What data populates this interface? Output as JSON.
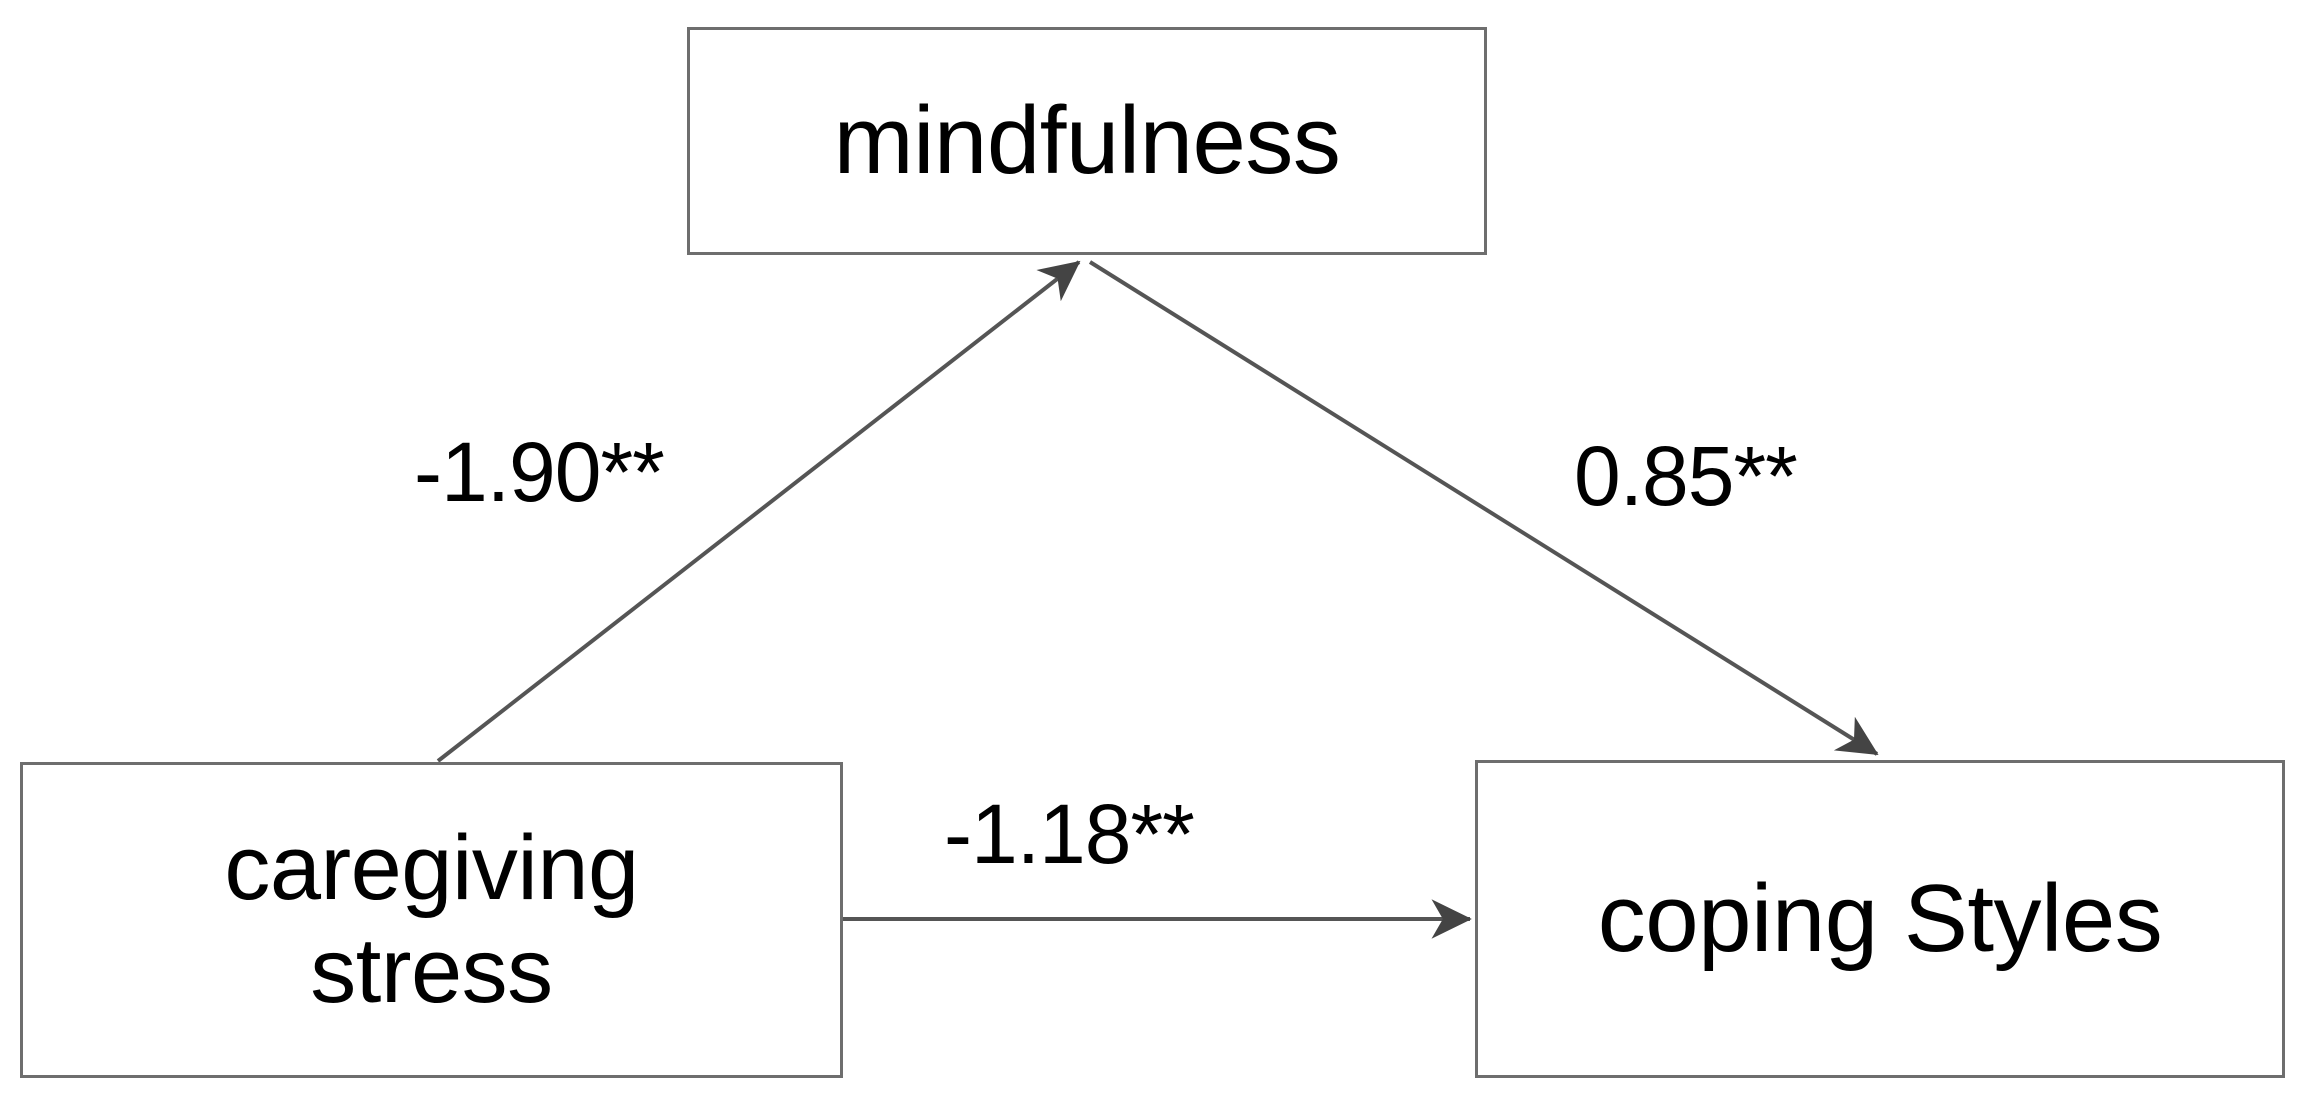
{
  "diagram": {
    "type": "path-mediation-model",
    "background_color": "#ffffff",
    "box_border_color": "#6e6e6e",
    "line_color": "#555555",
    "text_color": "#000000",
    "nodes": [
      {
        "id": "mindfulness",
        "label": "mindfulness"
      },
      {
        "id": "caregiving_stress",
        "label": "caregiving\nstress"
      },
      {
        "id": "coping_styles",
        "label": "coping Styles"
      }
    ],
    "edges": [
      {
        "id": "stress_to_mindfulness",
        "from": "caregiving_stress",
        "to": "mindfulness",
        "coefficient": "-1.90**",
        "value": -1.9,
        "significance": "**"
      },
      {
        "id": "mindfulness_to_coping",
        "from": "mindfulness",
        "to": "coping_styles",
        "coefficient": "0.85**",
        "value": 0.85,
        "significance": "**"
      },
      {
        "id": "stress_to_coping",
        "from": "caregiving_stress",
        "to": "coping_styles",
        "coefficient": "-1.18**",
        "value": -1.18,
        "significance": "**"
      }
    ]
  }
}
